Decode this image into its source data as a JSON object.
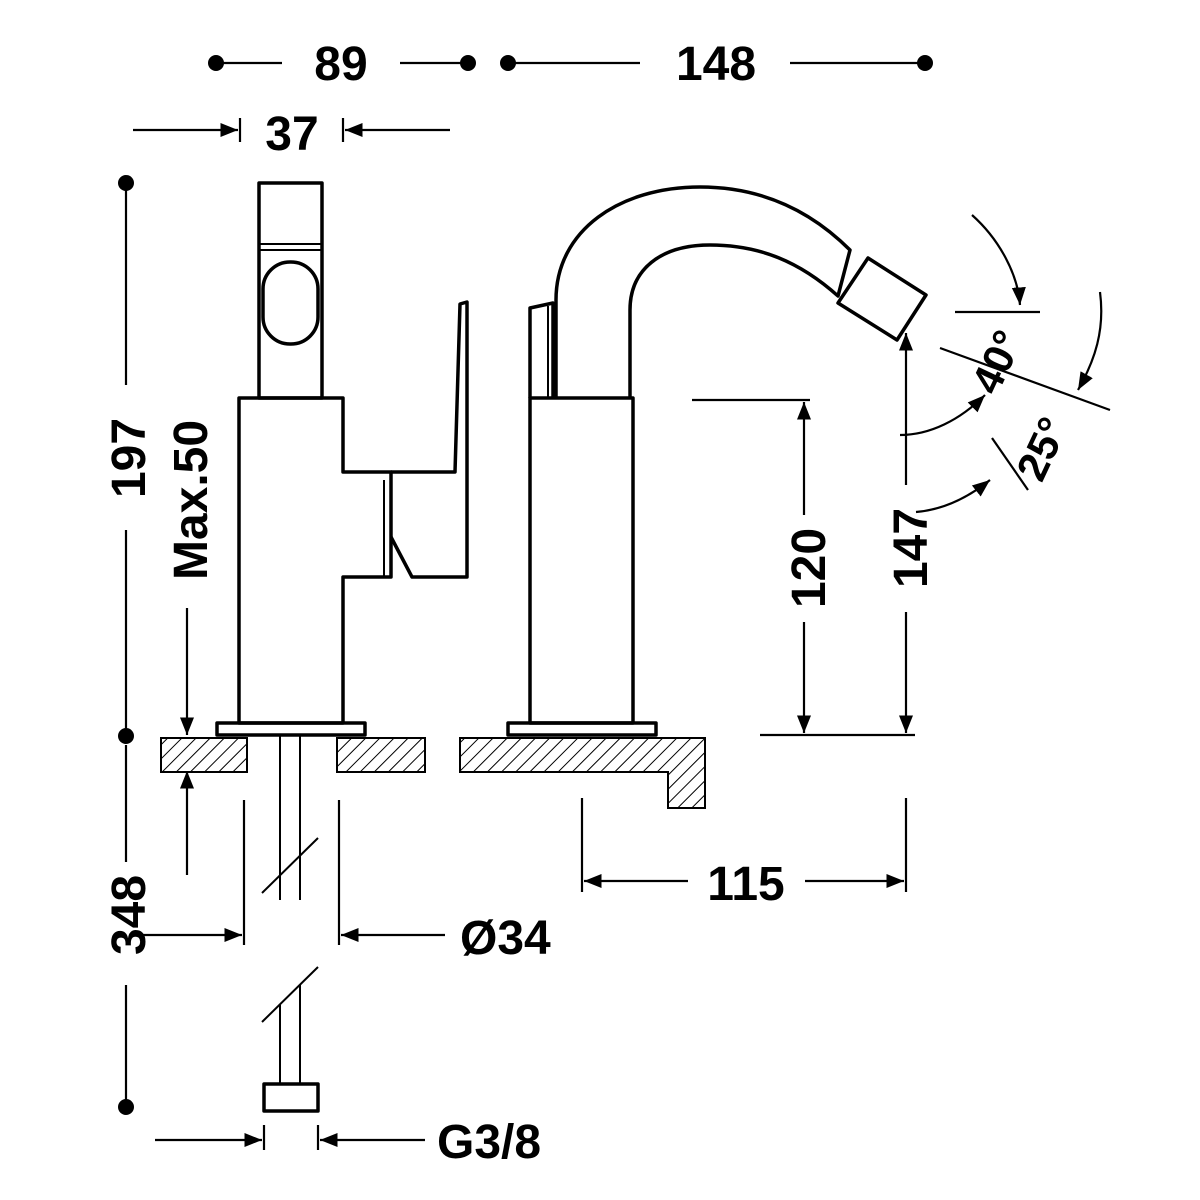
{
  "dimensions": {
    "width_left": "89",
    "width_right": "148",
    "handle_width": "37",
    "total_height": "197",
    "max_deck": "Max.50",
    "hose_length": "348",
    "spout_height": "120",
    "outlet_height": "147",
    "spout_reach": "115",
    "hole_diameter": "Ø34",
    "connection": "G3/8",
    "angle_up": "40°",
    "angle_side": "25°"
  }
}
